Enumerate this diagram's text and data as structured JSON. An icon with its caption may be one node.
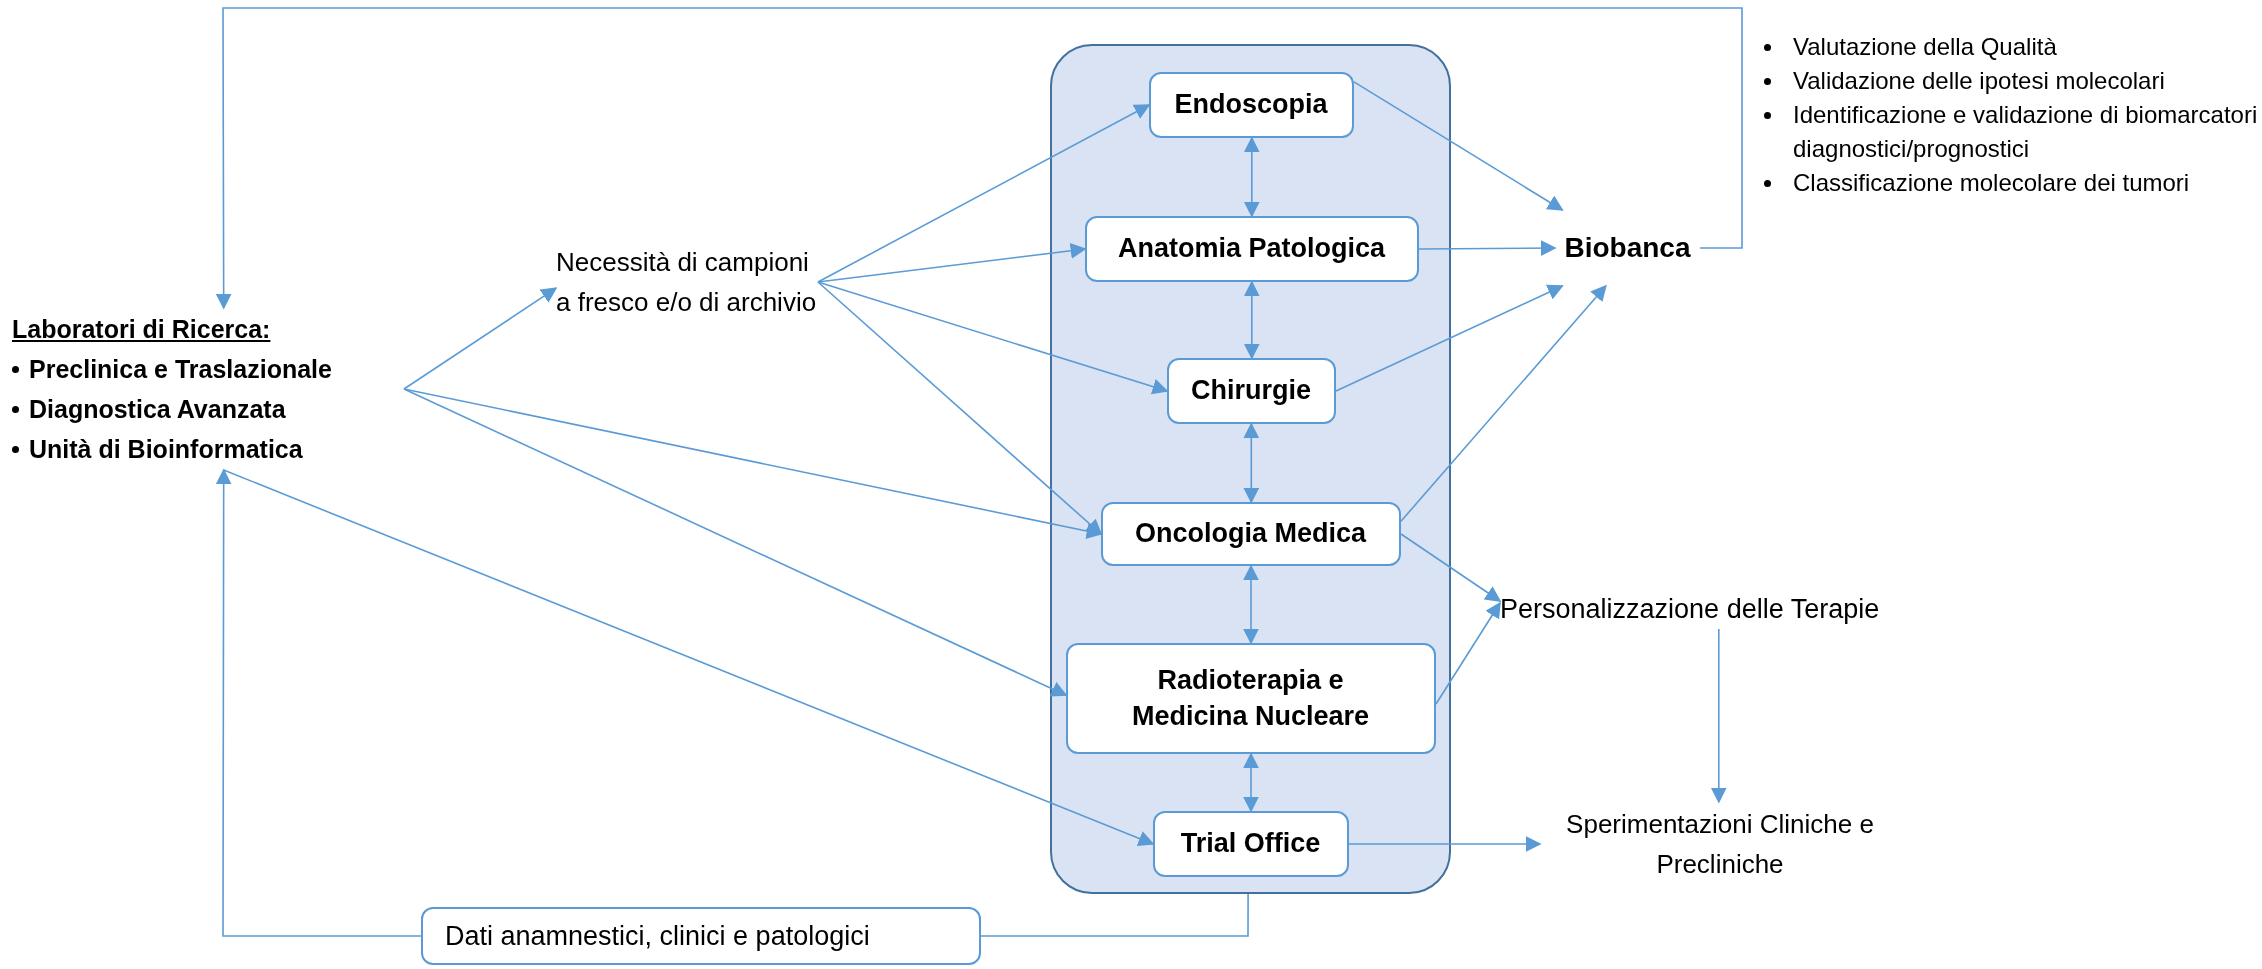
{
  "diagram": {
    "nodes": [
      {
        "text": [
          "Laboratori di Ricerca:",
          "Preclinica e Traslazionale",
          "Diagnostica Avanzata",
          "Unità di Bioinformatica"
        ]
      },
      {
        "text": [
          "Necessità di campioni a fresco e/o di archivio"
        ]
      },
      {
        "text": [],
        "shape": "box"
      },
      {
        "text": [
          "Endoscopia"
        ],
        "in": 2
      },
      {
        "text": [
          "Anatomia Patologica"
        ],
        "in": 2
      },
      {
        "text": [
          "Chirurgie"
        ],
        "in": 2
      },
      {
        "text": [
          "Oncologia Medica"
        ],
        "in": 2
      },
      {
        "text": [
          "Radioterapia e Medicina Nucleare"
        ],
        "in": 2
      },
      {
        "text": [
          "Trial Office"
        ],
        "in": 2
      },
      {
        "text": [
          "Biobanca"
        ]
      },
      {
        "text": [
          "Personalizzazione delle Terapie"
        ]
      },
      {
        "text": [
          "Sperimentazioni Cliniche e Precliniche"
        ]
      },
      {
        "text": [
          "Dati anamnestici, clinici e patologici"
        ]
      }
    ],
    "edges": [
      {
        "from": 9,
        "to": 0,
        "arrow": "to"
      },
      {
        "from": 0,
        "to": 1,
        "arrow": "to"
      },
      {
        "from": 0,
        "to": 6,
        "arrow": "to"
      },
      {
        "from": 0,
        "to": 7,
        "arrow": "to"
      },
      {
        "from": 0,
        "to": 8,
        "arrow": "to"
      },
      {
        "from": 1,
        "to": 3,
        "arrow": "to"
      },
      {
        "from": 1,
        "to": 4,
        "arrow": "to"
      },
      {
        "from": 1,
        "to": 5,
        "arrow": "to"
      },
      {
        "from": 1,
        "to": 6,
        "arrow": "to"
      },
      {
        "from": 3,
        "to": 4,
        "arrow": "both"
      },
      {
        "from": 4,
        "to": 5,
        "arrow": "both"
      },
      {
        "from": 5,
        "to": 6,
        "arrow": "both"
      },
      {
        "from": 6,
        "to": 7,
        "arrow": "both"
      },
      {
        "from": 7,
        "to": 8,
        "arrow": "both"
      },
      {
        "from": 3,
        "to": 9,
        "arrow": "to"
      },
      {
        "from": 4,
        "to": 9,
        "arrow": "to"
      },
      {
        "from": 5,
        "to": 9,
        "arrow": "to"
      },
      {
        "from": 6,
        "to": 9,
        "arrow": "to"
      },
      {
        "from": 6,
        "to": 10,
        "arrow": "to"
      },
      {
        "from": 7,
        "to": 10,
        "arrow": "to"
      },
      {
        "from": 10,
        "to": 11,
        "arrow": "to"
      },
      {
        "from": 8,
        "to": 11,
        "arrow": "to"
      },
      {
        "from": 2,
        "to": 12,
        "arrow": "none"
      },
      {
        "from": 12,
        "to": 0,
        "arrow": "to"
      }
    ],
    "labels": [
      "Valutazione della Qualità",
      "Validazione delle ipotesi molecolari",
      "Identificazione e validazione di biomarcatori diagnostici/prognostici",
      "Classificazione molecolare dei tumori"
    ]
  }
}
